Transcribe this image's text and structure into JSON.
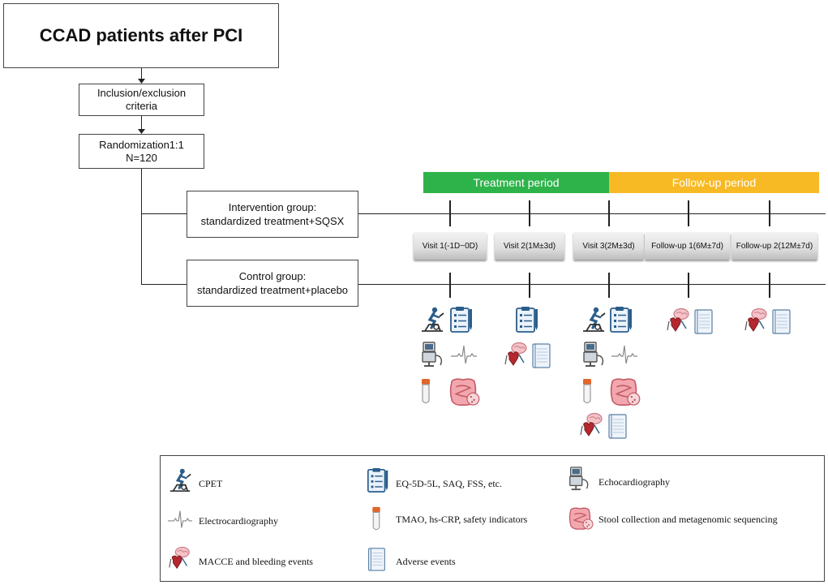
{
  "title": "CCAD patients after PCI",
  "inclusion": [
    "Inclusion/exclusion",
    "criteria"
  ],
  "randomization": [
    "Randomization1:1",
    "N=120"
  ],
  "intervention_group": [
    "Intervention group:",
    "standardized treatment+SQSX"
  ],
  "control_group": [
    "Control group:",
    "standardized treatment+placebo"
  ],
  "periods": {
    "treatment": {
      "label": "Treatment period",
      "color": "#2db34a"
    },
    "followup": {
      "label": "Follow-up period",
      "color": "#f7b924"
    }
  },
  "visits": [
    "Visit 1(-1D~0D)",
    "Visit 2(1M±3d)",
    "Visit 3(2M±3d)",
    "Follow-up 1(6M±7d)",
    "Follow-up 2(12M±7d)"
  ],
  "visit_icons": [
    [
      "cpet-icon",
      "questionnaire-icon",
      "echocardiography-icon",
      "ecg-icon",
      "blood-tube-icon",
      "intestine-icon"
    ],
    [
      "questionnaire-icon",
      "macce-icon",
      "adverse-events-icon"
    ],
    [
      "cpet-icon",
      "questionnaire-icon",
      "echocardiography-icon",
      "ecg-icon",
      "blood-tube-icon",
      "intestine-icon",
      "macce-icon",
      "adverse-events-icon"
    ],
    [
      "macce-icon",
      "adverse-events-icon"
    ],
    [
      "macce-icon",
      "adverse-events-icon"
    ]
  ],
  "legend": {
    "cpet": "CPET",
    "questionnaire": "EQ-5D-5L, SAQ, FSS, etc.",
    "echo": "Echocardiography",
    "ecg": "Electrocardiography",
    "blood": "TMAO, hs-CRP, safety indicators",
    "stool": "Stool collection and metagenomic sequencing",
    "macce": "MACCE and bleeding events",
    "adverse": "Adverse events"
  }
}
